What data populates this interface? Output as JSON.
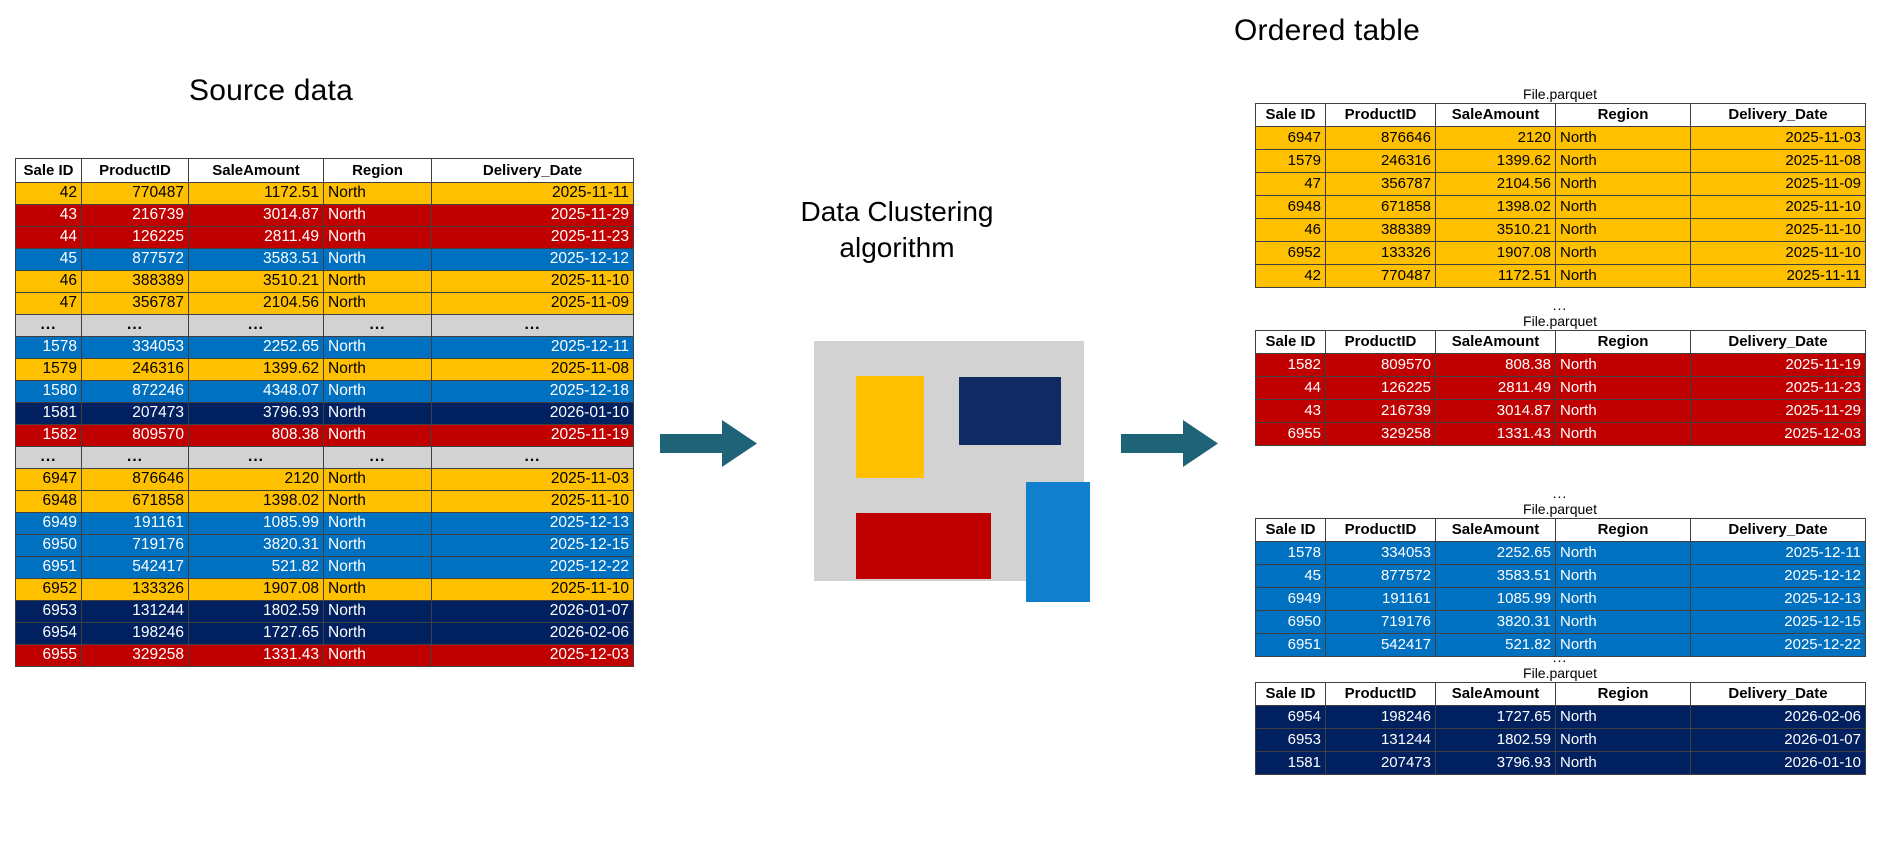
{
  "headings": {
    "source": "Source data",
    "ordered": "Ordered table",
    "algorithm": "Data Clustering algorithm"
  },
  "columns": [
    "Sale ID",
    "ProductID",
    "SaleAmount",
    "Region",
    "Delivery_Date"
  ],
  "dots": "...",
  "file_label": "File.parquet",
  "colors": {
    "yellow": "#FFC000",
    "red": "#C00000",
    "blue": "#0070C0",
    "navy": "#002060",
    "grey": "#D2D2D2",
    "arrow": "#1F6378",
    "cluster_bg": "#D2D2D2"
  },
  "source_table": {
    "rows": [
      {
        "color": "yellow",
        "sale_id": "42",
        "product_id": "770487",
        "sale_amount": "1172.51",
        "region": "North",
        "delivery_date": "2025-11-11"
      },
      {
        "color": "red",
        "sale_id": "43",
        "product_id": "216739",
        "sale_amount": "3014.87",
        "region": "North",
        "delivery_date": "2025-11-29"
      },
      {
        "color": "red",
        "sale_id": "44",
        "product_id": "126225",
        "sale_amount": "2811.49",
        "region": "North",
        "delivery_date": "2025-11-23"
      },
      {
        "color": "blue",
        "sale_id": "45",
        "product_id": "877572",
        "sale_amount": "3583.51",
        "region": "North",
        "delivery_date": "2025-12-12"
      },
      {
        "color": "yellow",
        "sale_id": "46",
        "product_id": "388389",
        "sale_amount": "3510.21",
        "region": "North",
        "delivery_date": "2025-11-10"
      },
      {
        "color": "yellow",
        "sale_id": "47",
        "product_id": "356787",
        "sale_amount": "2104.56",
        "region": "North",
        "delivery_date": "2025-11-09"
      },
      {
        "color": "grey",
        "sale_id": "...",
        "product_id": "...",
        "sale_amount": "...",
        "region": "...",
        "delivery_date": "..."
      },
      {
        "color": "blue",
        "sale_id": "1578",
        "product_id": "334053",
        "sale_amount": "2252.65",
        "region": "North",
        "delivery_date": "2025-12-11"
      },
      {
        "color": "yellow",
        "sale_id": "1579",
        "product_id": "246316",
        "sale_amount": "1399.62",
        "region": "North",
        "delivery_date": "2025-11-08"
      },
      {
        "color": "blue",
        "sale_id": "1580",
        "product_id": "872246",
        "sale_amount": "4348.07",
        "region": "North",
        "delivery_date": "2025-12-18"
      },
      {
        "color": "navy",
        "sale_id": "1581",
        "product_id": "207473",
        "sale_amount": "3796.93",
        "region": "North",
        "delivery_date": "2026-01-10"
      },
      {
        "color": "red",
        "sale_id": "1582",
        "product_id": "809570",
        "sale_amount": "808.38",
        "region": "North",
        "delivery_date": "2025-11-19"
      },
      {
        "color": "grey",
        "sale_id": "...",
        "product_id": "...",
        "sale_amount": "...",
        "region": "...",
        "delivery_date": "..."
      },
      {
        "color": "yellow",
        "sale_id": "6947",
        "product_id": "876646",
        "sale_amount": "2120",
        "region": "North",
        "delivery_date": "2025-11-03"
      },
      {
        "color": "yellow",
        "sale_id": "6948",
        "product_id": "671858",
        "sale_amount": "1398.02",
        "region": "North",
        "delivery_date": "2025-11-10"
      },
      {
        "color": "blue",
        "sale_id": "6949",
        "product_id": "191161",
        "sale_amount": "1085.99",
        "region": "North",
        "delivery_date": "2025-12-13"
      },
      {
        "color": "blue",
        "sale_id": "6950",
        "product_id": "719176",
        "sale_amount": "3820.31",
        "region": "North",
        "delivery_date": "2025-12-15"
      },
      {
        "color": "blue",
        "sale_id": "6951",
        "product_id": "542417",
        "sale_amount": "521.82",
        "region": "North",
        "delivery_date": "2025-12-22"
      },
      {
        "color": "yellow",
        "sale_id": "6952",
        "product_id": "133326",
        "sale_amount": "1907.08",
        "region": "North",
        "delivery_date": "2025-11-10"
      },
      {
        "color": "navy",
        "sale_id": "6953",
        "product_id": "131244",
        "sale_amount": "1802.59",
        "region": "North",
        "delivery_date": "2026-01-07"
      },
      {
        "color": "navy",
        "sale_id": "6954",
        "product_id": "198246",
        "sale_amount": "1727.65",
        "region": "North",
        "delivery_date": "2026-02-06"
      },
      {
        "color": "red",
        "sale_id": "6955",
        "product_id": "329258",
        "sale_amount": "1331.43",
        "region": "North",
        "delivery_date": "2025-12-03"
      }
    ]
  },
  "ordered_tables": [
    {
      "file": "File.parquet",
      "color": "yellow",
      "separator_before": false,
      "rows": [
        {
          "sale_id": "6947",
          "product_id": "876646",
          "sale_amount": "2120",
          "region": "North",
          "delivery_date": "2025-11-03"
        },
        {
          "sale_id": "1579",
          "product_id": "246316",
          "sale_amount": "1399.62",
          "region": "North",
          "delivery_date": "2025-11-08"
        },
        {
          "sale_id": "47",
          "product_id": "356787",
          "sale_amount": "2104.56",
          "region": "North",
          "delivery_date": "2025-11-09"
        },
        {
          "sale_id": "6948",
          "product_id": "671858",
          "sale_amount": "1398.02",
          "region": "North",
          "delivery_date": "2025-11-10"
        },
        {
          "sale_id": "46",
          "product_id": "388389",
          "sale_amount": "3510.21",
          "region": "North",
          "delivery_date": "2025-11-10"
        },
        {
          "sale_id": "6952",
          "product_id": "133326",
          "sale_amount": "1907.08",
          "region": "North",
          "delivery_date": "2025-11-10"
        },
        {
          "sale_id": "42",
          "product_id": "770487",
          "sale_amount": "1172.51",
          "region": "North",
          "delivery_date": "2025-11-11"
        }
      ]
    },
    {
      "file": "File.parquet",
      "color": "red",
      "separator_before": true,
      "rows": [
        {
          "sale_id": "1582",
          "product_id": "809570",
          "sale_amount": "808.38",
          "region": "North",
          "delivery_date": "2025-11-19"
        },
        {
          "sale_id": "44",
          "product_id": "126225",
          "sale_amount": "2811.49",
          "region": "North",
          "delivery_date": "2025-11-23"
        },
        {
          "sale_id": "43",
          "product_id": "216739",
          "sale_amount": "3014.87",
          "region": "North",
          "delivery_date": "2025-11-29"
        },
        {
          "sale_id": "6955",
          "product_id": "329258",
          "sale_amount": "1331.43",
          "region": "North",
          "delivery_date": "2025-12-03"
        }
      ]
    },
    {
      "file": "File.parquet",
      "color": "blue",
      "separator_before": true,
      "rows": [
        {
          "sale_id": "1578",
          "product_id": "334053",
          "sale_amount": "2252.65",
          "region": "North",
          "delivery_date": "2025-12-11"
        },
        {
          "sale_id": "45",
          "product_id": "877572",
          "sale_amount": "3583.51",
          "region": "North",
          "delivery_date": "2025-12-12"
        },
        {
          "sale_id": "6949",
          "product_id": "191161",
          "sale_amount": "1085.99",
          "region": "North",
          "delivery_date": "2025-12-13"
        },
        {
          "sale_id": "6950",
          "product_id": "719176",
          "sale_amount": "3820.31",
          "region": "North",
          "delivery_date": "2025-12-15"
        },
        {
          "sale_id": "6951",
          "product_id": "542417",
          "sale_amount": "521.82",
          "region": "North",
          "delivery_date": "2025-12-22"
        }
      ]
    },
    {
      "file": "File.parquet",
      "color": "navy",
      "separator_before": true,
      "rows": [
        {
          "sale_id": "6954",
          "product_id": "198246",
          "sale_amount": "1727.65",
          "region": "North",
          "delivery_date": "2026-02-06"
        },
        {
          "sale_id": "6953",
          "product_id": "131244",
          "sale_amount": "1802.59",
          "region": "North",
          "delivery_date": "2026-01-07"
        },
        {
          "sale_id": "1581",
          "product_id": "207473",
          "sale_amount": "3796.93",
          "region": "North",
          "delivery_date": "2026-01-10"
        }
      ]
    }
  ],
  "cluster_diagram": {
    "rects": [
      {
        "name": "yellow-cluster",
        "color": "#FFC000"
      },
      {
        "name": "navy-cluster",
        "color": "#102A63"
      },
      {
        "name": "red-cluster",
        "color": "#C00000"
      },
      {
        "name": "blue-cluster",
        "color": "#1080CE"
      }
    ]
  }
}
